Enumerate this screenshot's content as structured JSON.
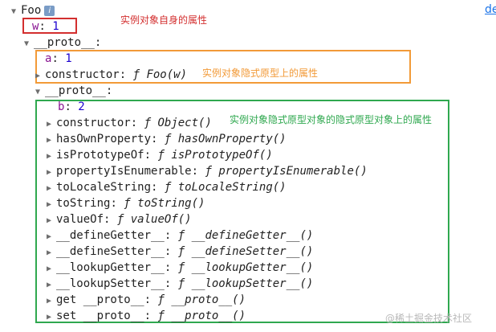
{
  "root": {
    "name": "Foo"
  },
  "link": "de",
  "own": {
    "key": "w",
    "value": "1"
  },
  "annotations": {
    "own": "实例对象自身的属性",
    "proto": "实例对象隐式原型上的属性",
    "proto2": "实例对象隐式原型对象的隐式原型对象上的属性"
  },
  "colors": {
    "own_box": "#d32f2f",
    "proto_box": "#f29a38",
    "proto2_box": "#2fa84f"
  },
  "proto1": {
    "label": "__proto__",
    "a": {
      "key": "a",
      "value": "1"
    },
    "constructor": {
      "key": "constructor",
      "f": "ƒ",
      "sig": "Foo(w)"
    }
  },
  "proto2": {
    "label": "__proto__",
    "b": {
      "key": "b",
      "value": "2"
    },
    "items": [
      {
        "key": "constructor",
        "f": "ƒ",
        "sig": "Object()"
      },
      {
        "key": "hasOwnProperty",
        "f": "ƒ",
        "sig": "hasOwnProperty()"
      },
      {
        "key": "isPrototypeOf",
        "f": "ƒ",
        "sig": "isPrototypeOf()"
      },
      {
        "key": "propertyIsEnumerable",
        "f": "ƒ",
        "sig": "propertyIsEnumerable()"
      },
      {
        "key": "toLocaleString",
        "f": "ƒ",
        "sig": "toLocaleString()"
      },
      {
        "key": "toString",
        "f": "ƒ",
        "sig": "toString()"
      },
      {
        "key": "valueOf",
        "f": "ƒ",
        "sig": "valueOf()"
      },
      {
        "key": "__defineGetter__",
        "f": "ƒ",
        "sig": "__defineGetter__()"
      },
      {
        "key": "__defineSetter__",
        "f": "ƒ",
        "sig": "__defineSetter__()"
      },
      {
        "key": "__lookupGetter__",
        "f": "ƒ",
        "sig": "__lookupGetter__()"
      },
      {
        "key": "__lookupSetter__",
        "f": "ƒ",
        "sig": "__lookupSetter__()"
      },
      {
        "key": "get __proto__",
        "f": "ƒ",
        "sig": "__proto__()"
      },
      {
        "key": "set __proto__",
        "f": "ƒ",
        "sig": "__proto__()"
      }
    ]
  },
  "watermark": "@稀土掘金技术社区"
}
